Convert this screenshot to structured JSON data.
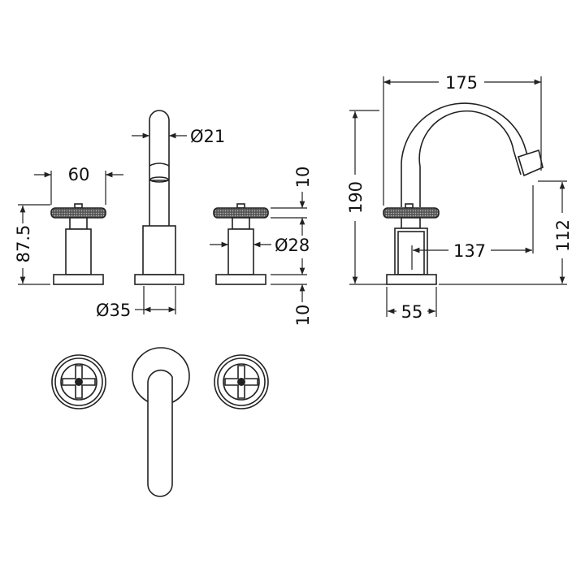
{
  "dimensions": {
    "handle_width": "60",
    "handle_height": "87.5",
    "spout_diameter": "Ø21",
    "spout_base_diameter": "Ø35",
    "handle_knob_thickness": "10",
    "handle_body_diameter": "Ø28",
    "base_thickness": "10",
    "spout_reach_total": "175",
    "overall_height": "190",
    "spout_outlet_height": "112",
    "spout_reach": "137",
    "base_width": "55"
  },
  "colors": {
    "line": "#222222",
    "background": "#ffffff"
  }
}
